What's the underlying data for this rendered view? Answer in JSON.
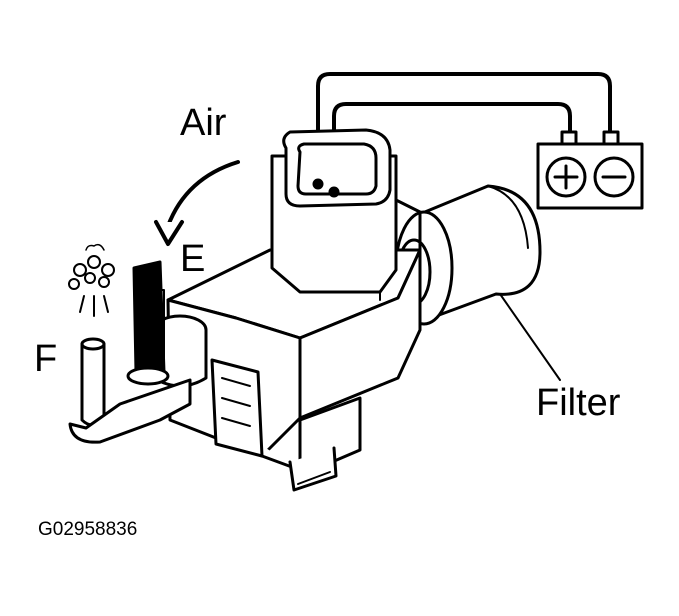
{
  "labels": {
    "air": "Air",
    "e": "E",
    "f": "F",
    "filter": "Filter",
    "reference": "G02958836"
  },
  "battery": {
    "positive_symbol": "+",
    "negative_symbol": "−"
  },
  "colors": {
    "ink": "#000000",
    "paper": "#ffffff"
  }
}
